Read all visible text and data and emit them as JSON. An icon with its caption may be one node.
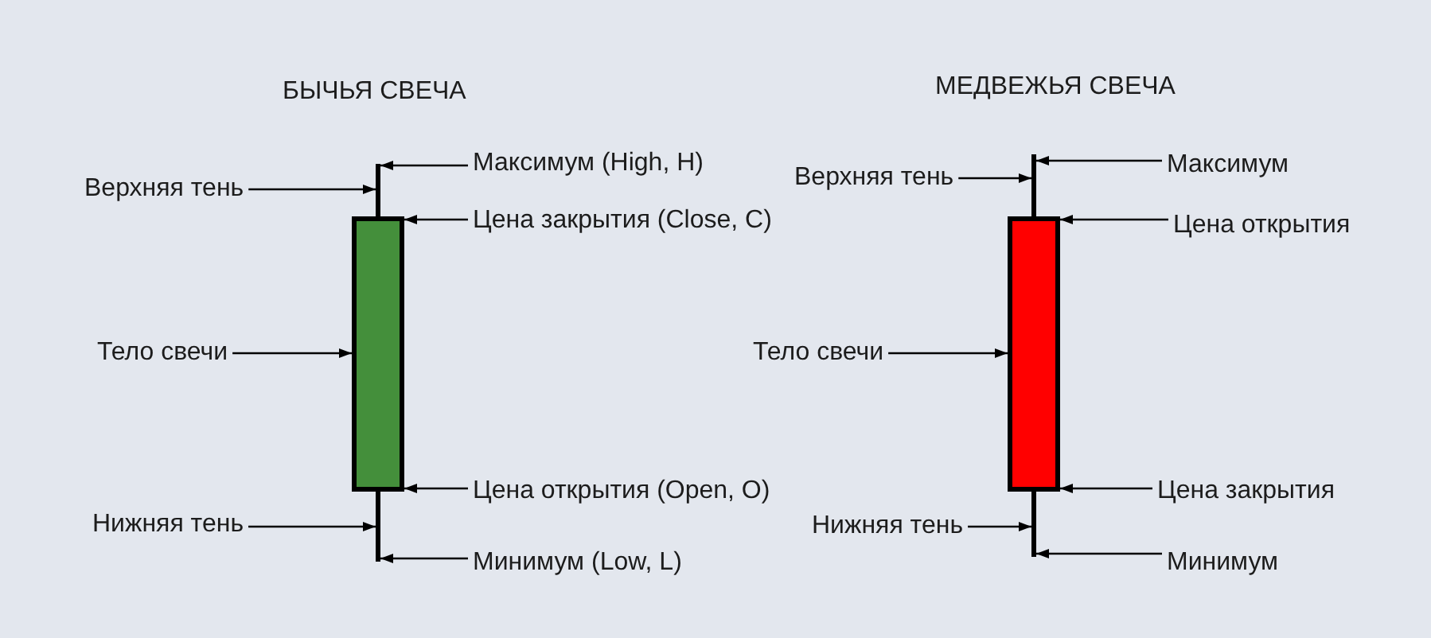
{
  "diagram": {
    "nodes": [
      {
        "text": [
          "Верхняя тень"
        ]
      },
      {
        "text": [
          "Максимум (High, H)"
        ]
      },
      {
        "text": [
          "Цена закрытия (Close, C)"
        ]
      },
      {
        "text": [
          "Тело свечи"
        ]
      },
      {
        "text": [
          "Цена открытия (Open, O)"
        ]
      },
      {
        "text": [
          "Нижняя тень"
        ]
      },
      {
        "text": [
          "Минимум (Low, L)"
        ]
      },
      {
        "text": [],
        "shape": "bar"
      },
      {
        "text": [],
        "shape": "box"
      },
      {
        "text": [],
        "shape": "bar"
      },
      {
        "text": [
          "Верхняя тень"
        ]
      },
      {
        "text": [
          "Максимум"
        ]
      },
      {
        "text": [
          "Цена открытия"
        ]
      },
      {
        "text": [
          "Тело свечи"
        ]
      },
      {
        "text": [
          "Цена закрытия"
        ]
      },
      {
        "text": [
          "Нижняя тень"
        ]
      },
      {
        "text": [
          "Минимум"
        ]
      },
      {
        "text": [],
        "shape": "bar"
      },
      {
        "text": [],
        "shape": "box"
      },
      {
        "text": [],
        "shape": "bar"
      }
    ],
    "edges": [
      {
        "from": 0,
        "to": 7,
        "arrow": "to"
      },
      {
        "from": 1,
        "to": 7,
        "arrow": "to"
      },
      {
        "from": 2,
        "to": 8,
        "arrow": "to"
      },
      {
        "from": 3,
        "to": 8,
        "arrow": "to"
      },
      {
        "from": 4,
        "to": 8,
        "arrow": "to"
      },
      {
        "from": 5,
        "to": 9,
        "arrow": "to"
      },
      {
        "from": 6,
        "to": 9,
        "arrow": "to"
      },
      {
        "from": 10,
        "to": 17,
        "arrow": "to"
      },
      {
        "from": 11,
        "to": 17,
        "arrow": "to"
      },
      {
        "from": 12,
        "to": 18,
        "arrow": "to"
      },
      {
        "from": 13,
        "to": 18,
        "arrow": "to"
      },
      {
        "from": 14,
        "to": 18,
        "arrow": "to"
      },
      {
        "from": 15,
        "to": 19,
        "arrow": "to"
      },
      {
        "from": 16,
        "to": 19,
        "arrow": "to"
      }
    ],
    "labels": [
      "БЫЧЬЯ СВЕЧА",
      "МЕДВЕЖЬЯ СВЕЧА"
    ]
  }
}
